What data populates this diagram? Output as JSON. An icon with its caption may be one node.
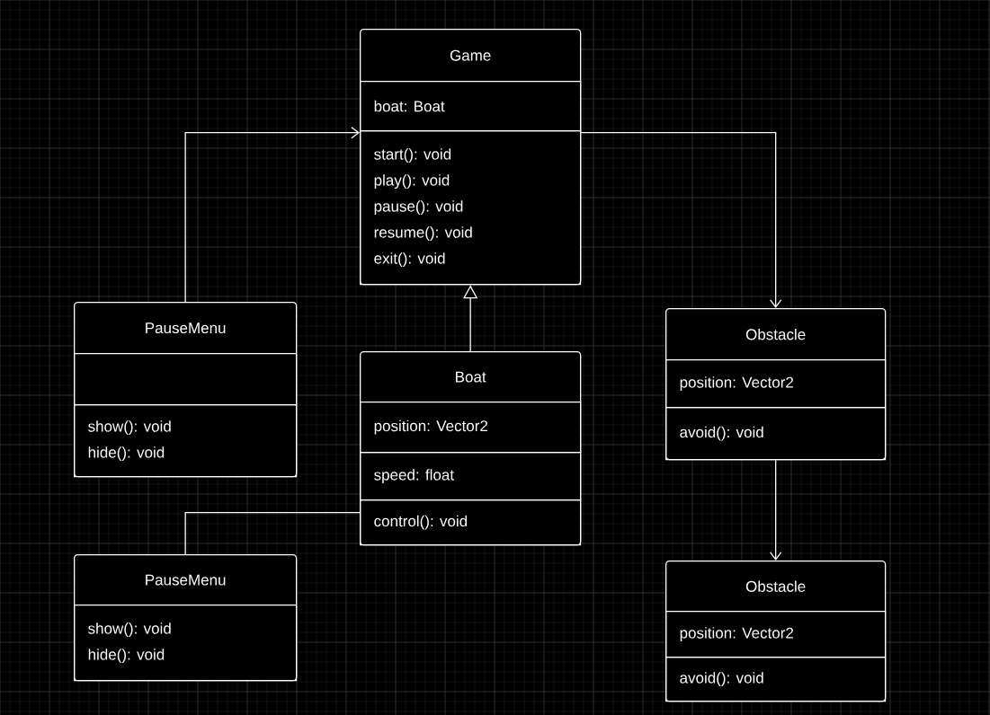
{
  "diagram": {
    "nodes": [
      {
        "text": [
          "Game"
        ]
      },
      {
        "text": [
          "boat:  Boat"
        ],
        "in": 0
      },
      {
        "text": [
          "start():  void",
          "play(): void",
          "pause(): void",
          "resume(): void",
          "exit(): void"
        ],
        "in": 0
      },
      {
        "text": [
          "PauseMenu"
        ]
      },
      {
        "text": [],
        "shape": "box",
        "in": 3
      },
      {
        "text": [
          "show(): void",
          "hide(): void"
        ],
        "in": 3
      },
      {
        "text": [
          "Boat"
        ]
      },
      {
        "text": [
          "position: Vector2"
        ],
        "in": 6
      },
      {
        "text": [
          "speed:  float"
        ],
        "in": 6
      },
      {
        "text": [
          "control():  void"
        ],
        "in": 6
      },
      {
        "text": [
          "PauseMenu"
        ]
      },
      {
        "text": [
          "show(): void",
          "hide(): void"
        ],
        "in": 10
      },
      {
        "text": [
          "Obstacle"
        ]
      },
      {
        "text": [
          "position: Vector2"
        ],
        "in": 12
      },
      {
        "text": [
          "avoid(): void"
        ],
        "in": 12
      },
      {
        "text": [
          "Obstacle"
        ]
      },
      {
        "text": [
          "position: Vector2"
        ],
        "in": 15
      },
      {
        "text": [
          "avoid(): void"
        ],
        "in": 15
      }
    ],
    "edges": [
      {
        "from": 3,
        "to": 0,
        "arrow": "to"
      },
      {
        "from": 0,
        "to": 12,
        "arrow": "to"
      },
      {
        "from": 6,
        "to": 0,
        "arrow": "to"
      },
      {
        "from": 6,
        "to": 10,
        "arrow": "none"
      },
      {
        "from": 12,
        "to": 15,
        "arrow": "to"
      }
    ]
  }
}
